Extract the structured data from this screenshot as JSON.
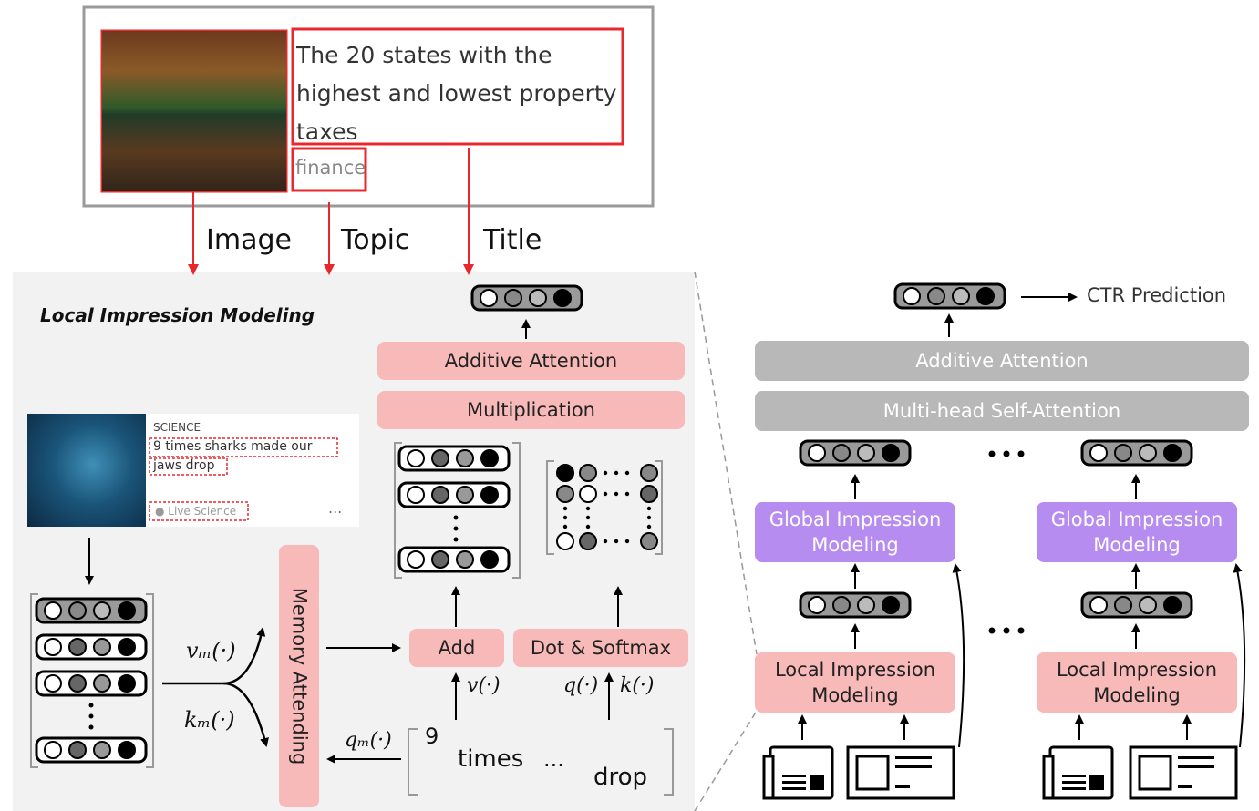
{
  "news_card": {
    "title": "The 20 states with the highest and lowest property taxes",
    "title_lines": [
      "The 20 states with the",
      "highest and lowest property",
      "taxes"
    ],
    "topic": "finance"
  },
  "arrow_labels": {
    "image": "Image",
    "topic": "Topic",
    "title": "Title"
  },
  "local_panel": {
    "heading": "Local Impression Modeling",
    "science_card": {
      "category": "SCIENCE",
      "title_line1": "9 times sharks made our",
      "title_line2": "jaws drop",
      "source": "Live Science",
      "more": "..."
    },
    "boxes": {
      "additive_attention": "Additive Attention",
      "multiplication": "Multiplication",
      "add": "Add",
      "dot_softmax": "Dot & Softmax",
      "memory_attending": "Memory Attending"
    },
    "math": {
      "vm": "vₘ(·)",
      "km": "kₘ(·)",
      "qm": "qₘ(·)",
      "v": "v(·)",
      "q": "q(·)",
      "k": "k(·)"
    },
    "words": {
      "first": "9",
      "second": "times",
      "ellipsis": "···",
      "last": "drop"
    }
  },
  "right_panel": {
    "ctr": "CTR Prediction",
    "additive_attention": "Additive Attention",
    "mhsa": "Multi-head Self-Attention",
    "global_line1": "Global Impression",
    "global_line2": "Modeling",
    "local_line1": "Local Impression",
    "local_line2": "Modeling",
    "dots": "• • •",
    "news_icon_text": "NEWS"
  },
  "colors": {
    "red": "#e8282d",
    "pink": "#f8b9b9",
    "grey": "#b8b8b8",
    "purple": "#b78cf0",
    "panel": "#f2f2f2"
  }
}
